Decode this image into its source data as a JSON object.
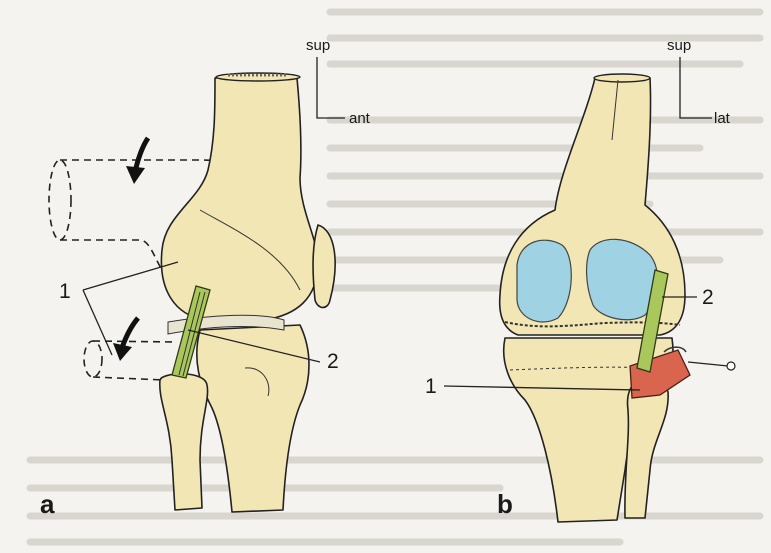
{
  "figure": {
    "panel_a": {
      "letter": "a",
      "orientation_primary": "sup",
      "orientation_secondary": "ant",
      "label_1": "1",
      "label_2": "2"
    },
    "panel_b": {
      "letter": "b",
      "orientation_primary": "sup",
      "orientation_secondary": "lat",
      "label_1": "1",
      "label_2": "2"
    }
  },
  "colors": {
    "bone": "#f2e6b4",
    "cartilage": "#9fd3e3",
    "ligament_green": "#a9c75a",
    "muscle_red": "#d9654f",
    "background": "#f4f3ef"
  }
}
